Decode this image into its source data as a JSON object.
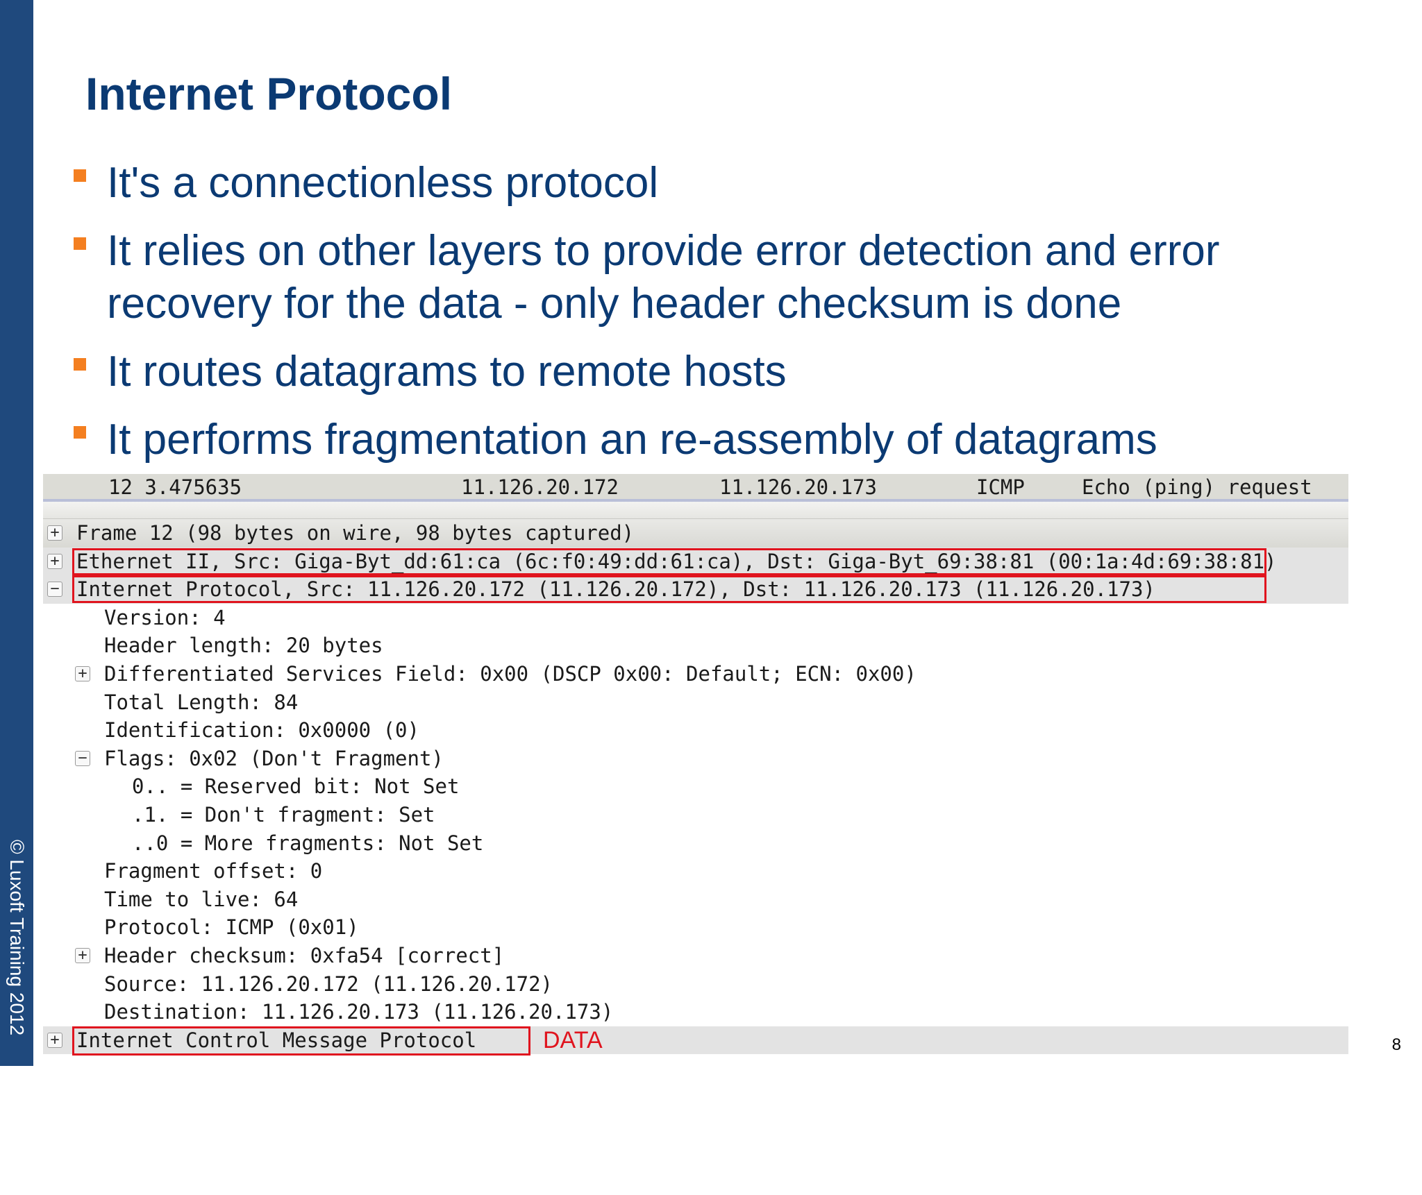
{
  "slide": {
    "title": "Internet Protocol",
    "copyright": "© Luxoft Training 2012",
    "page_number": "8",
    "bullets": [
      {
        "text": "It's a connectionless protocol"
      },
      {
        "text": "It relies on other layers to provide error detection and error recovery for the data - only header checksum is done"
      },
      {
        "text": "It routes datagrams to remote hosts"
      },
      {
        "text": "It performs fragmentation an re-assembly of datagrams"
      }
    ]
  },
  "packet_list": {
    "no_time": "12 3.475635",
    "source": "11.126.20.172",
    "destination": "11.126.20.173",
    "protocol": "ICMP",
    "info": "Echo (ping) request"
  },
  "tree": [
    {
      "text": "Frame 12 (98 bytes on wire, 98 bytes captured)",
      "toggle": "+"
    },
    {
      "text": "Ethernet II, Src: Giga-Byt_dd:61:ca (6c:f0:49:dd:61:ca), Dst: Giga-Byt_69:38:81 (00:1a:4d:69:38:81)",
      "toggle": "+"
    },
    {
      "text": "Internet Protocol, Src: 11.126.20.172 (11.126.20.172), Dst: 11.126.20.173 (11.126.20.173)",
      "toggle": "−"
    },
    {
      "text": "Version: 4"
    },
    {
      "text": "Header length: 20 bytes"
    },
    {
      "text": "Differentiated Services Field: 0x00 (DSCP 0x00: Default; ECN: 0x00)",
      "toggle": "+"
    },
    {
      "text": "Total Length: 84"
    },
    {
      "text": "Identification: 0x0000 (0)"
    },
    {
      "text": "Flags: 0x02 (Don't Fragment)",
      "toggle": "−"
    },
    {
      "text": "0.. = Reserved bit: Not Set"
    },
    {
      "text": ".1. = Don't fragment: Set"
    },
    {
      "text": "..0 = More fragments: Not Set"
    },
    {
      "text": "Fragment offset: 0"
    },
    {
      "text": "Time to live: 64"
    },
    {
      "text": "Protocol: ICMP (0x01)"
    },
    {
      "text": "Header checksum: 0xfa54 [correct]",
      "toggle": "+"
    },
    {
      "text": "Source: 11.126.20.172 (11.126.20.172)"
    },
    {
      "text": "Destination: 11.126.20.173 (11.126.20.173)"
    },
    {
      "text": "Internet Control Message Protocol",
      "toggle": "+"
    }
  ],
  "data_label": "DATA",
  "colors": {
    "sidebar": "#1f497d",
    "title": "#0b3a73",
    "bullet_marker": "#f47f20",
    "highlight": "#e0141e"
  }
}
